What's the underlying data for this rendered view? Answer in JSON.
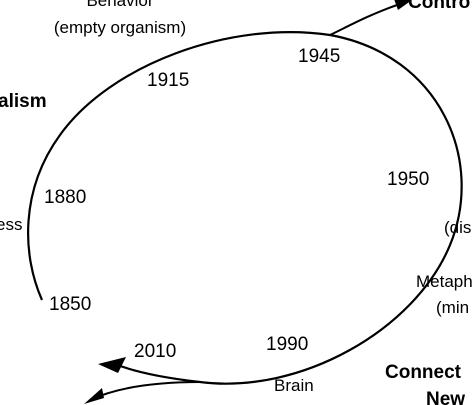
{
  "labels": {
    "behavior": "Behavior",
    "empty_organism": "(empty organism)",
    "top_right_cut": "Contro",
    "alism": "alism",
    "ess": "ess",
    "disc": "(dis",
    "metaph": "Metaph",
    "mind": "(min",
    "brain": "Brain",
    "connect": "Connect",
    "new": "New"
  },
  "years": {
    "y1945": "1945",
    "y1915": "1915",
    "y1880": "1880",
    "y1850": "1850",
    "y1950": "1950",
    "y2010": "2010",
    "y1990": "1990"
  }
}
